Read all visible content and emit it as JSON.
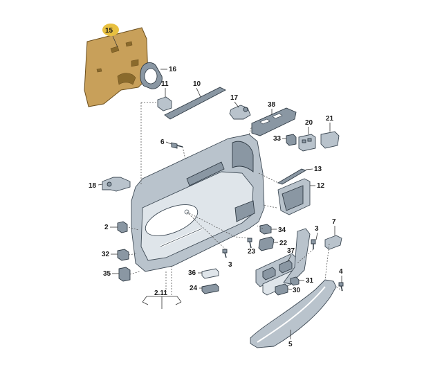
{
  "labels": {
    "l15": "15",
    "l16": "16",
    "l11": "11",
    "l10": "10",
    "l17": "17",
    "l38": "38",
    "l20": "20",
    "l21": "21",
    "l33": "33",
    "l6": "6",
    "l13": "13",
    "l18": "18",
    "l12": "12",
    "l2": "2",
    "l34": "34",
    "l3a": "3",
    "l7": "7",
    "l23": "23",
    "l22": "22",
    "l32": "32",
    "l37": "37",
    "l3b": "3",
    "l35": "35",
    "l36": "36",
    "l4": "4",
    "l31": "31",
    "l24": "24",
    "l30": "30",
    "l2_11": "2.11",
    "l5": "5"
  },
  "colors": {
    "insulation": "#c8a05a",
    "highlight": "#e8c040",
    "trim": "#b9c3cc"
  }
}
